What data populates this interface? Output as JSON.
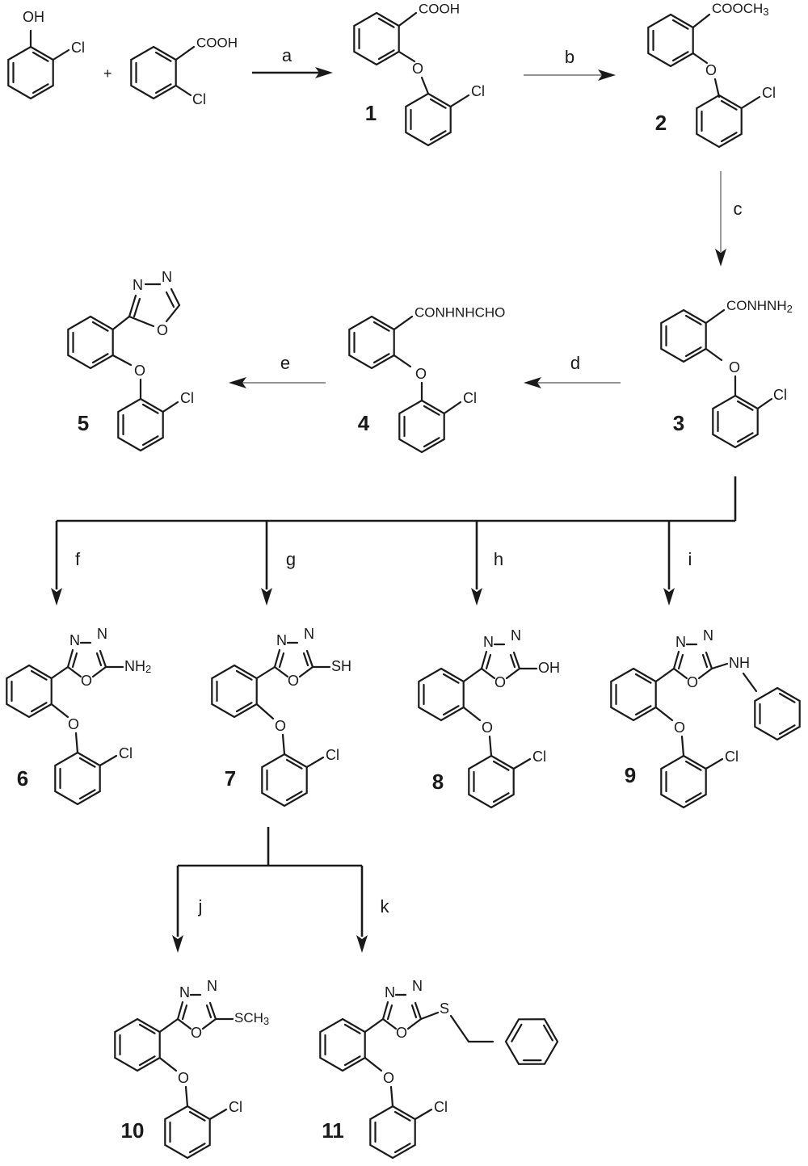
{
  "atoms": {
    "OH": "OH",
    "Cl": "Cl",
    "O": "O",
    "N": "N",
    "NH": "NH",
    "S": "S",
    "SH": "SH",
    "COOH": "COOH",
    "COOCH": "COOCH",
    "CONHNH": "CONHNH",
    "CONHNHCHO": "CONHNHCHO",
    "NH_amino": "NH",
    "SCH": "SCH",
    "sub2": "2",
    "sub3": "3",
    "plus": "+"
  },
  "reagents": {
    "a": "a",
    "b": "b",
    "c": "c",
    "d": "d",
    "e": "e",
    "f": "f",
    "g": "g",
    "h": "h",
    "i": "i",
    "j": "j",
    "k": "k"
  },
  "compounds": {
    "c1": "1",
    "c2": "2",
    "c3": "3",
    "c4": "4",
    "c5": "5",
    "c6": "6",
    "c7": "7",
    "c8": "8",
    "c9": "9",
    "c10": "10",
    "c11": "11"
  }
}
